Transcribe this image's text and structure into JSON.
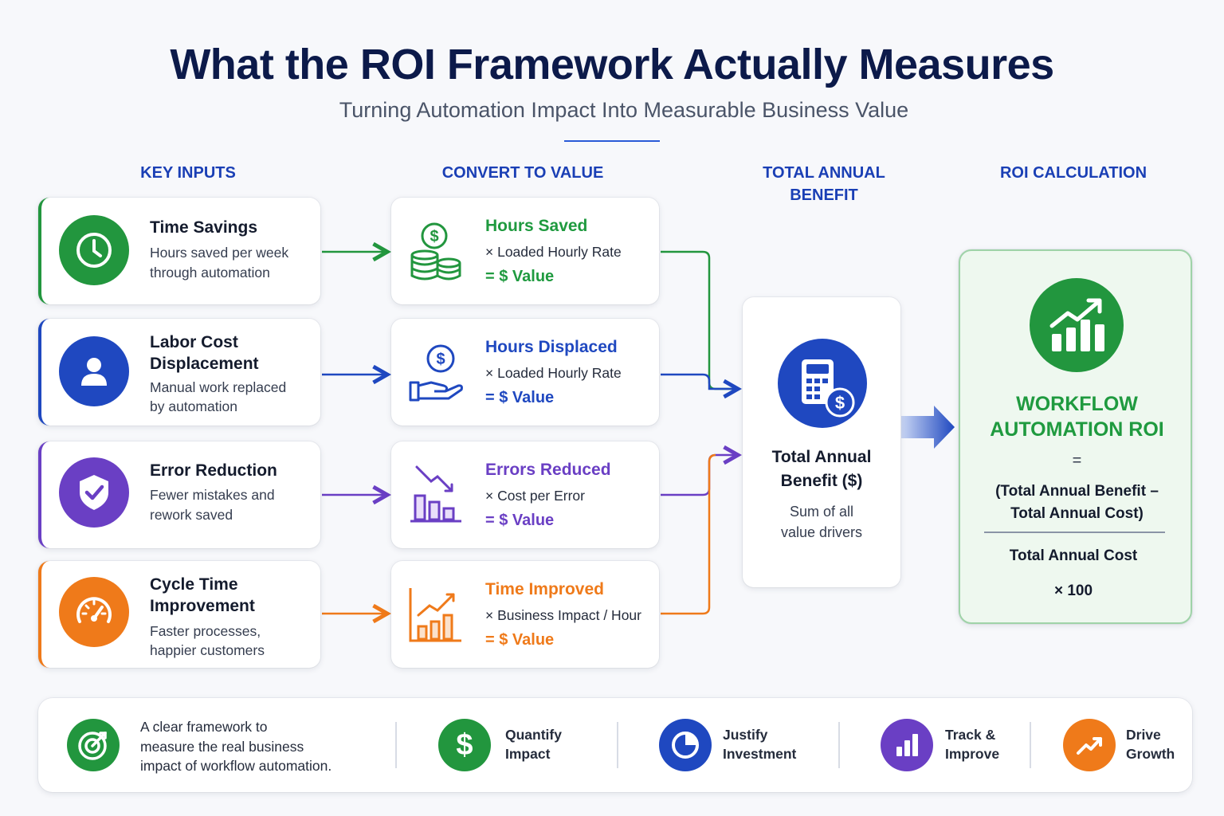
{
  "header": {
    "title": "What  the ROI Framework Actually Measures",
    "subtitle": "Turning Automation Impact Into Measurable Business Value"
  },
  "columns": {
    "inputs": "KEY INPUTS",
    "convert": "CONVERT TO VALUE",
    "benefit_line1": "TOTAL ANNUAL",
    "benefit_line2": "BENEFIT",
    "roi": "ROI CALCULATION"
  },
  "inputs": [
    {
      "title_1": "Time Savings",
      "title_2": "",
      "desc_1": "Hours saved per week",
      "desc_2": "through automation",
      "icon": "clock-icon",
      "color": "#22963e"
    },
    {
      "title_1": "Labor Cost",
      "title_2": "Displacement",
      "desc_1": "Manual work replaced",
      "desc_2": "by automation",
      "icon": "person-icon",
      "color": "#1f48c0"
    },
    {
      "title_1": "Error Reduction",
      "title_2": "",
      "desc_1": "Fewer mistakes and",
      "desc_2": "rework saved",
      "icon": "shield-check-icon",
      "color": "#6a3fc4"
    },
    {
      "title_1": "Cycle Time",
      "title_2": "Improvement",
      "desc_1": "Faster processes,",
      "desc_2": "happier customers",
      "icon": "speedometer-icon",
      "color": "#ef7a1a"
    }
  ],
  "conversions": [
    {
      "title": "Hours Saved",
      "multiplier": "× Loaded Hourly Rate",
      "result": "= $ Value",
      "icon": "coins-dollar-icon"
    },
    {
      "title": "Hours Displaced",
      "multiplier": "× Loaded Hourly Rate",
      "result": "= $ Value",
      "icon": "hand-dollar-icon"
    },
    {
      "title": "Errors Reduced",
      "multiplier": "× Cost per Error",
      "result": "= $ Value",
      "icon": "declining-bars-icon"
    },
    {
      "title": "Time Improved",
      "multiplier": "× Business Impact / Hour",
      "result": "= $ Value",
      "icon": "rising-bars-icon"
    }
  ],
  "benefit": {
    "title_1": "Total Annual",
    "title_2": "Benefit ($)",
    "desc_1": "Sum of all",
    "desc_2": "value drivers",
    "icon": "calculator-dollar-icon"
  },
  "roi": {
    "label_1": "WORKFLOW",
    "label_2": "AUTOMATION ROI",
    "equals": "=",
    "numerator_1": "(Total Annual Benefit –",
    "numerator_2": "Total Annual Cost)",
    "denominator": "Total Annual Cost",
    "multiplier": "× 100",
    "icon": "growth-chart-icon"
  },
  "footer": {
    "intro_1": "A clear framework to",
    "intro_2": "measure the real business",
    "intro_3": "impact of workflow automation.",
    "items": [
      {
        "line_1": "Quantify",
        "line_2": "Impact",
        "icon": "dollar-icon"
      },
      {
        "line_1": "Justify",
        "line_2": "Investment",
        "icon": "pie-chart-icon"
      },
      {
        "line_1": "Track &",
        "line_2": "Improve",
        "icon": "bar-chart-icon"
      },
      {
        "line_1": "Drive",
        "line_2": "Growth",
        "icon": "trend-up-icon"
      }
    ]
  },
  "colors": {
    "green": "#22963e",
    "blue": "#1f48c0",
    "purple": "#6a3fc4",
    "orange": "#ef7a1a",
    "navy": "#0c1a4a"
  }
}
